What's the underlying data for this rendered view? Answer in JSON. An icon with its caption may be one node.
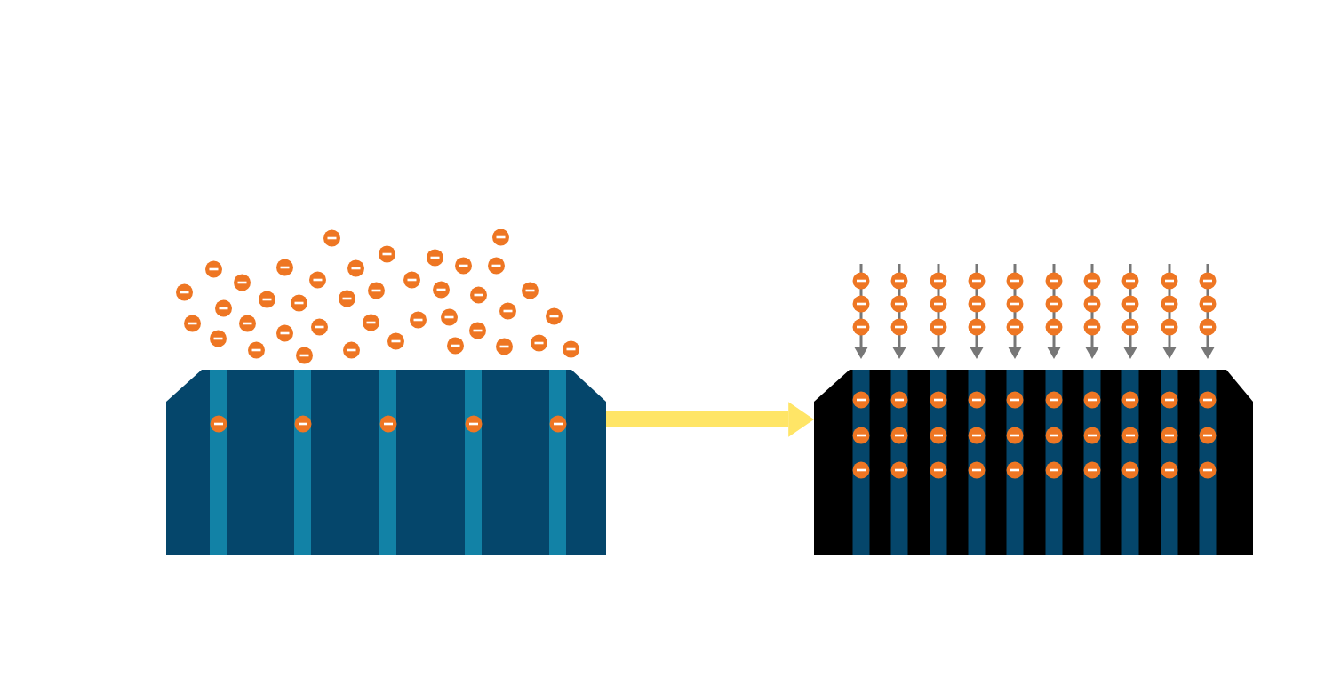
{
  "diagram": {
    "nodes": [
      {
        "text": [],
        "shape": "picture"
      },
      {
        "text": [],
        "shape": "picture"
      }
    ],
    "edges": [
      {
        "from": 0,
        "to": 1,
        "arrow": "to",
        "color": "#ffe566"
      }
    ]
  }
}
